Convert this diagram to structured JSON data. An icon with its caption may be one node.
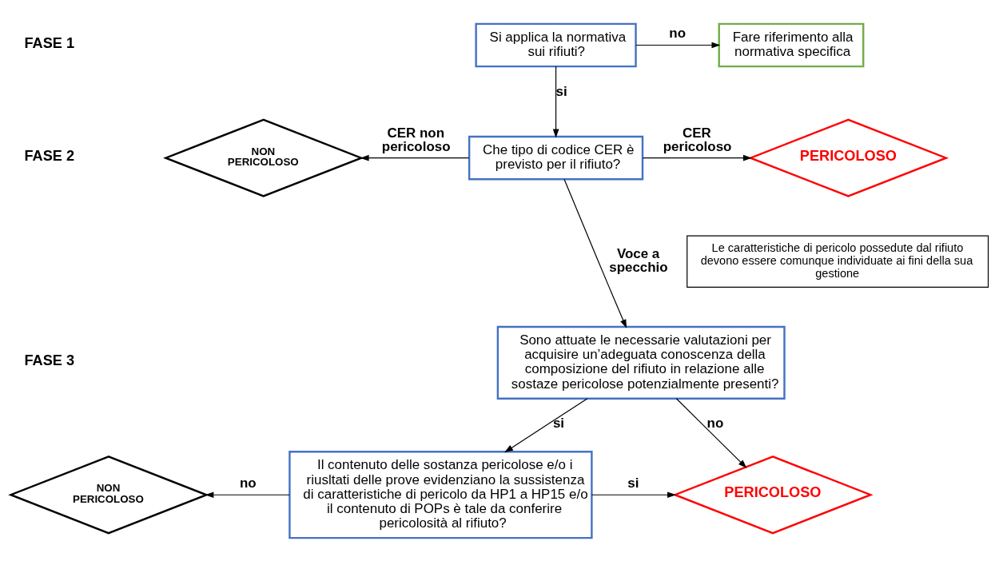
{
  "diagram": {
    "nodes": [
      {
        "text": [
          "Si applica la normativa sui rifiuti?"
        ]
      },
      {
        "text": [
          "Fare riferimento alla normativa specifica"
        ]
      },
      {
        "text": [
          "Che tipo di codice CER è previsto per il rifiuto?"
        ]
      },
      {
        "text": [
          "NON PERICOLOSO"
        ]
      },
      {
        "text": [
          "PERICOLOSO"
        ]
      },
      {
        "text": [
          "Le caratteristiche di pericolo possedute dal rifiuto devono essere comunque individuate ai fini della sua gestione"
        ]
      },
      {
        "text": [
          "Sono attuate le necessarie valutazioni per acquisire un’adeguata conoscenza della composizione del rifiuto in relazione alle sostaze pericolose potenzialmente presenti?"
        ]
      },
      {
        "text": [
          "Il contenuto delle sostanza pericolose e/o i riusltati delle prove evidenziano la sussistenza di caratteristiche di pericolo da HP1 a HP15 e/o il contenuto di POPs è tale da conferire pericolosità al rifiuto?"
        ]
      },
      {
        "text": [
          "NON PERICOLOSO"
        ]
      },
      {
        "text": [
          "PERICOLOSO"
        ]
      }
    ],
    "edges": [
      {
        "from": 0,
        "to": 1,
        "arrow": "to",
        "label": "no"
      },
      {
        "from": 0,
        "to": 2,
        "arrow": "to",
        "label": "si"
      },
      {
        "from": 2,
        "to": 3,
        "arrow": "to",
        "label": "CER non pericoloso"
      },
      {
        "from": 2,
        "to": 4,
        "arrow": "to",
        "label": "CER pericoloso"
      },
      {
        "from": 2,
        "to": 6,
        "arrow": "to",
        "label": "Voce a specchio"
      },
      {
        "from": 6,
        "to": 9,
        "arrow": "to",
        "label": "no"
      },
      {
        "from": 6,
        "to": 7,
        "arrow": "to",
        "label": "si"
      },
      {
        "from": 7,
        "to": 8,
        "arrow": "to",
        "label": "no"
      },
      {
        "from": 7,
        "to": 9,
        "arrow": "to",
        "label": "si"
      }
    ],
    "labels": [
      "FASE 1",
      "FASE 2",
      "FASE 3"
    ]
  }
}
